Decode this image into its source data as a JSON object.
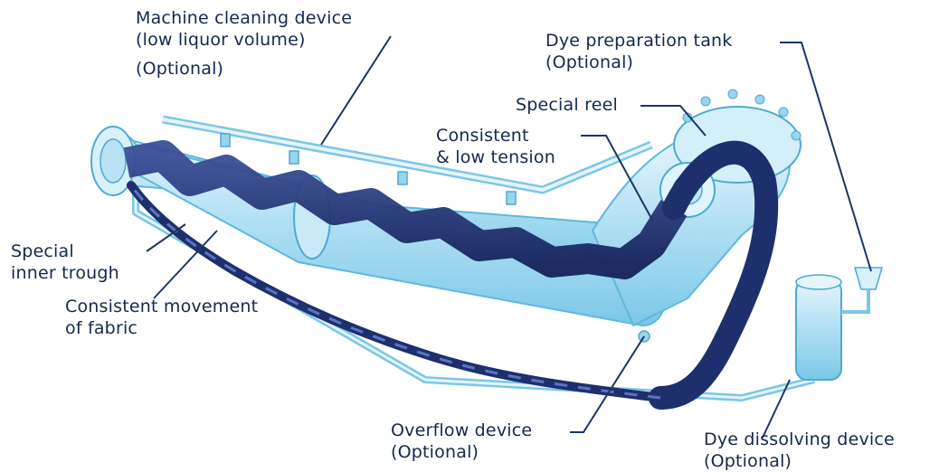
{
  "labels": {
    "machine_cleaning": {
      "line1": "Machine cleaning device",
      "line2": "(low liquor volume)",
      "line3": "(Optional)"
    },
    "dye_prep_tank": {
      "line1": "Dye preparation tank",
      "line2": "(Optional)"
    },
    "special_reel": {
      "line1": "Special reel"
    },
    "consistent_tension": {
      "line1": "Consistent",
      "line2": "& low tension"
    },
    "special_trough": {
      "line1": "Special",
      "line2": "inner trough"
    },
    "consistent_movement": {
      "line1": "Consistent movement",
      "line2": "of fabric"
    },
    "overflow_device": {
      "line1": "Overflow device",
      "line2": "(Optional)"
    },
    "dye_dissolving": {
      "line1": "Dye dissolving device",
      "line2": "(Optional)"
    }
  },
  "colors": {
    "label_text": "#14284f",
    "leader_line": "#1c3566",
    "machine_body": "#bfe6f7",
    "machine_outline": "#5fb8dc",
    "fabric": "#1e2f6e"
  },
  "icons": {
    "machine": "jet-dyeing-machine-illustration",
    "fabric": "fabric-rope-ribbon"
  }
}
